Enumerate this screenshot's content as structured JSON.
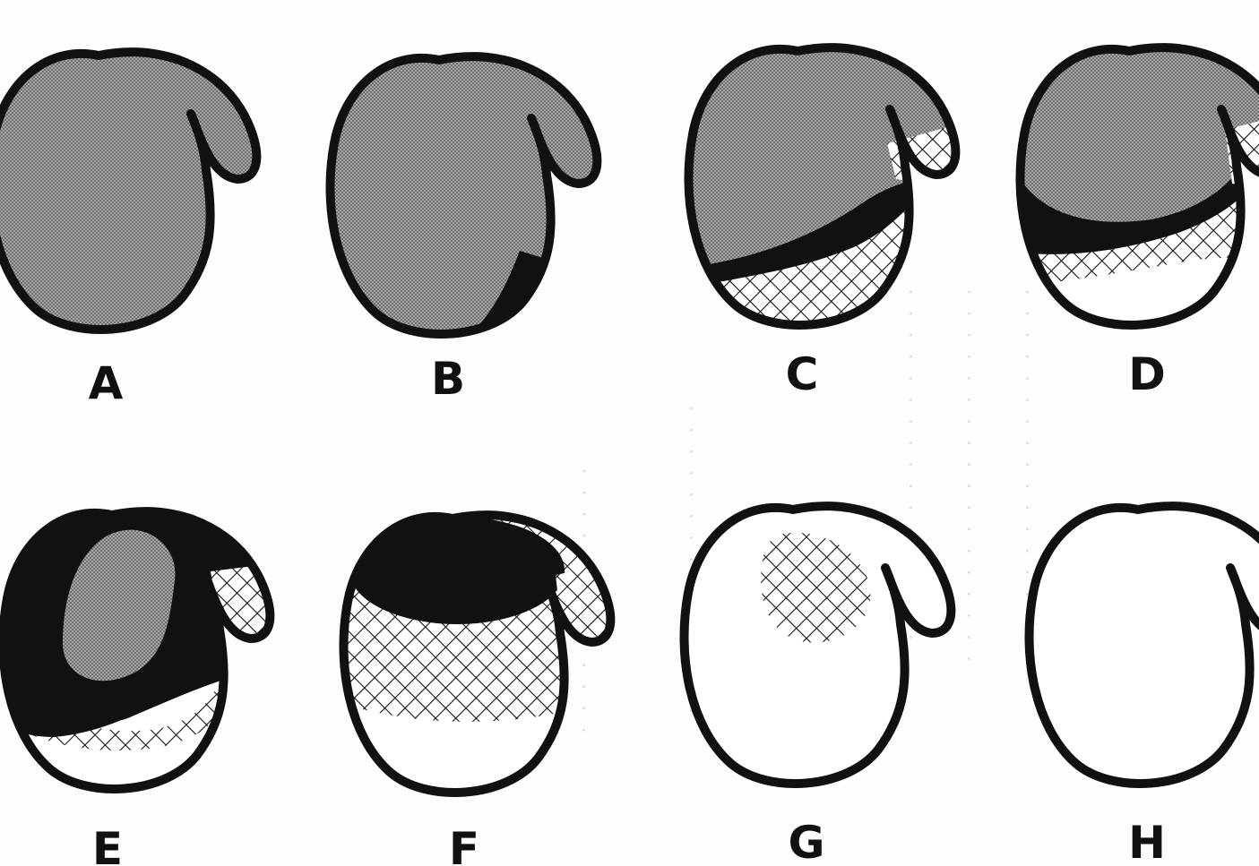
{
  "panels": [
    {
      "label": "A"
    },
    {
      "label": "B"
    },
    {
      "label": "C"
    },
    {
      "label": "D"
    },
    {
      "label": "E"
    },
    {
      "label": "F"
    },
    {
      "label": "G"
    },
    {
      "label": "H"
    }
  ],
  "colors": {
    "ink": "#111111",
    "stipple": "#8f8f8f",
    "background": "#fdfdfd"
  }
}
